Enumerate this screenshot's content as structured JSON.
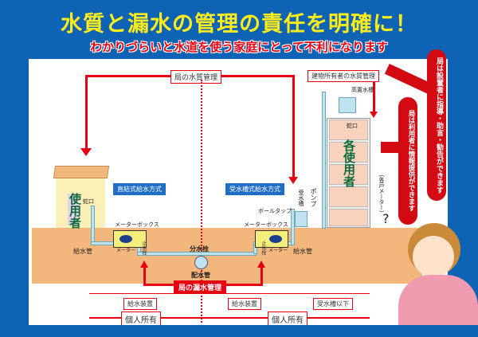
{
  "title": "水質と漏水の管理の責任を明確に！",
  "subtitle": "わかりづらいと水道を使う家庭にとって不利になります",
  "labels": {
    "bureau_quality": "局の水質管理",
    "owner_quality": "建物所有者の水質管理",
    "bureau_leak": "局の漏水管理",
    "direct": "直結式給水方式",
    "tank": "受水槽式給水方式",
    "user": "使用者",
    "each_user": "各使用者",
    "faucet": "蛇口",
    "faucet2": "蛇口",
    "meterbox1": "メーターボックス",
    "meterbox2": "メーターボックス",
    "meter1": "メーター",
    "meter2": "メーター",
    "valve1": "止水栓",
    "valve2": "止水栓",
    "supply_pipe1": "給水管",
    "supply_pipe2": "給水管",
    "branch": "分水栓",
    "main": "配水管",
    "ball_tap": "ボールタップ",
    "receiving_tank": "受水槽",
    "pump": "ポンプ",
    "elevated_tank": "高置水槽",
    "unit_meter": "（各戸メーター）",
    "question": "?"
  },
  "scope": {
    "supply1": "給水装置",
    "supply2": "給水装置",
    "below_tank": "受水槽以下",
    "private1": "個人所有",
    "private2": "個人所有"
  },
  "callouts": {
    "guidance": "局は設置者に指導・助言・勧告ができます",
    "info": "局は利用者に情報提供ができます"
  },
  "colors": {
    "background": "#0f63b5",
    "title": "#ffec1a",
    "accent": "#e60012",
    "ground": "#f3b67c"
  }
}
